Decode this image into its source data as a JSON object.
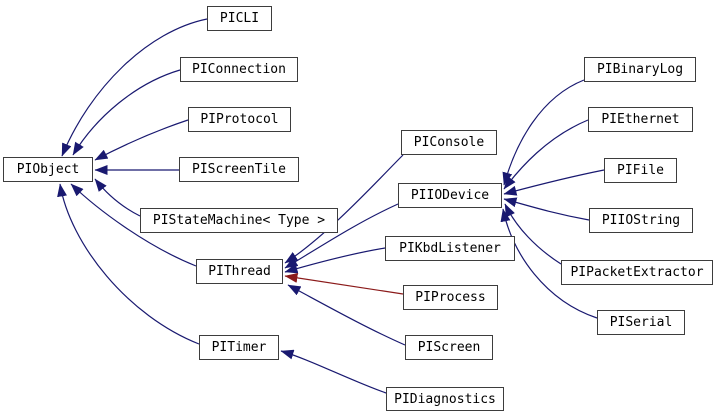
{
  "diagram": {
    "type": "class-inheritance-graph",
    "colors": {
      "bg": "#ffffff",
      "edge_public": "#191970",
      "edge_private": "#8b1a1a",
      "node_border": "#3d3d3d",
      "node_bg": "#ffffff",
      "text": "#000000"
    },
    "nodes": [
      {
        "id": "piobject",
        "label": "PIObject"
      },
      {
        "id": "picli",
        "label": "PICLI"
      },
      {
        "id": "piconnection",
        "label": "PIConnection"
      },
      {
        "id": "piprotocol",
        "label": "PIProtocol"
      },
      {
        "id": "piscreentile",
        "label": "PIScreenTile"
      },
      {
        "id": "pistatemachine",
        "label": "PIStateMachine< Type >"
      },
      {
        "id": "pithread",
        "label": "PIThread"
      },
      {
        "id": "pitimer",
        "label": "PITimer"
      },
      {
        "id": "piconsole",
        "label": "PIConsole"
      },
      {
        "id": "piiodevice",
        "label": "PIIODevice"
      },
      {
        "id": "pikbdlistener",
        "label": "PIKbdListener"
      },
      {
        "id": "piprocess",
        "label": "PIProcess"
      },
      {
        "id": "piscreen",
        "label": "PIScreen"
      },
      {
        "id": "pidiagnostics",
        "label": "PIDiagnostics"
      },
      {
        "id": "pibinarylog",
        "label": "PIBinaryLog"
      },
      {
        "id": "piethernet",
        "label": "PIEthernet"
      },
      {
        "id": "pifile",
        "label": "PIFile"
      },
      {
        "id": "piiostring",
        "label": "PIIOString"
      },
      {
        "id": "pipacketextractor",
        "label": "PIPacketExtractor"
      },
      {
        "id": "piserial",
        "label": "PISerial"
      }
    ],
    "edges": [
      {
        "from": "PICLI",
        "to": "PIObject",
        "relation": "public"
      },
      {
        "from": "PIConnection",
        "to": "PIObject",
        "relation": "public"
      },
      {
        "from": "PIProtocol",
        "to": "PIObject",
        "relation": "public"
      },
      {
        "from": "PIScreenTile",
        "to": "PIObject",
        "relation": "public"
      },
      {
        "from": "PIStateMachine< Type >",
        "to": "PIObject",
        "relation": "public"
      },
      {
        "from": "PIThread",
        "to": "PIObject",
        "relation": "public"
      },
      {
        "from": "PITimer",
        "to": "PIObject",
        "relation": "public"
      },
      {
        "from": "PIConsole",
        "to": "PIThread",
        "relation": "public"
      },
      {
        "from": "PIIODevice",
        "to": "PIThread",
        "relation": "public"
      },
      {
        "from": "PIKbdListener",
        "to": "PIThread",
        "relation": "public"
      },
      {
        "from": "PIProcess",
        "to": "PIThread",
        "relation": "private"
      },
      {
        "from": "PIScreen",
        "to": "PIThread",
        "relation": "public"
      },
      {
        "from": "PIBinaryLog",
        "to": "PIIODevice",
        "relation": "public"
      },
      {
        "from": "PIEthernet",
        "to": "PIIODevice",
        "relation": "public"
      },
      {
        "from": "PIFile",
        "to": "PIIODevice",
        "relation": "public"
      },
      {
        "from": "PIIOString",
        "to": "PIIODevice",
        "relation": "public"
      },
      {
        "from": "PIPacketExtractor",
        "to": "PIIODevice",
        "relation": "public"
      },
      {
        "from": "PISerial",
        "to": "PIIODevice",
        "relation": "public"
      },
      {
        "from": "PIDiagnostics",
        "to": "PITimer",
        "relation": "public"
      }
    ]
  }
}
